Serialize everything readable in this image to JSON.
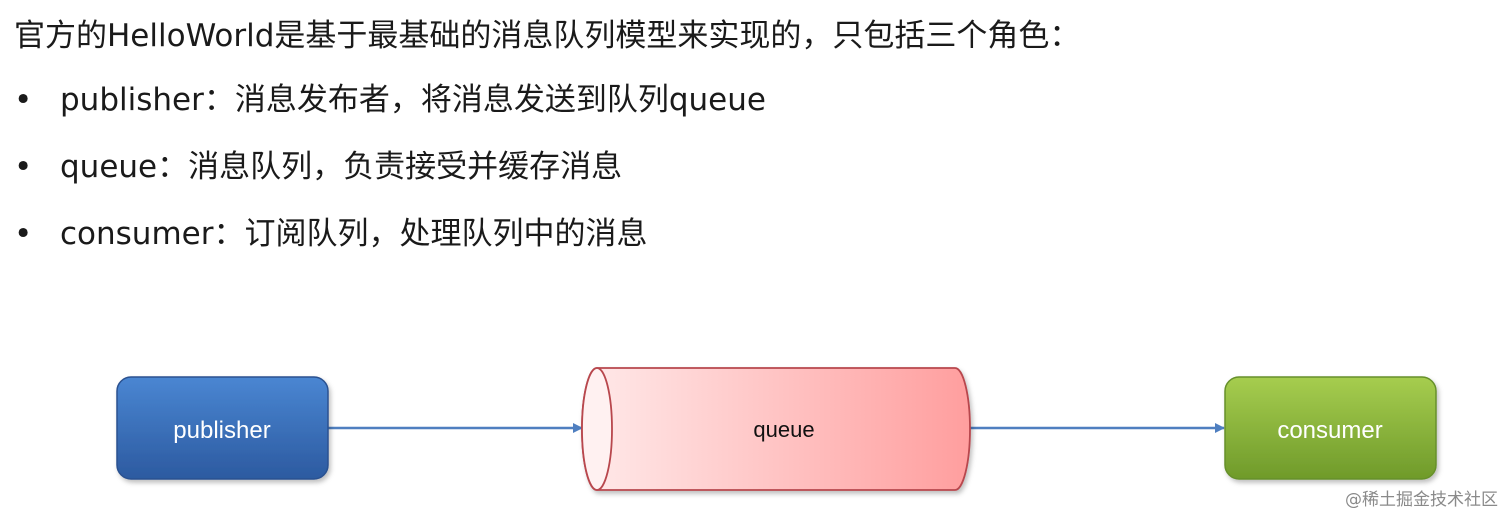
{
  "intro": {
    "text": "官方的HelloWorld是基于最基础的消息队列模型来实现的，只包括三个角色："
  },
  "bullets": [
    {
      "marker": "•",
      "text": "publisher：消息发布者，将消息发送到队列queue"
    },
    {
      "marker": "•",
      "text": "queue：消息队列，负责接受并缓存消息"
    },
    {
      "marker": "•",
      "text": "consumer：订阅队列，处理队列中的消息"
    }
  ],
  "diagram": {
    "publisher": {
      "label": "publisher",
      "color_top": "#4a86d2",
      "color_bottom": "#2c5aa0"
    },
    "queue": {
      "label": "queue",
      "color_light": "#ffeaea",
      "color_dark": "#ff9e9e",
      "border": "#b8474d"
    },
    "consumer": {
      "label": "consumer",
      "color_top": "#a6cd4f",
      "color_bottom": "#6f9a2a"
    },
    "arrow_color": "#4f7fc0"
  },
  "watermark": {
    "text": "@稀土掘金技术社区"
  }
}
